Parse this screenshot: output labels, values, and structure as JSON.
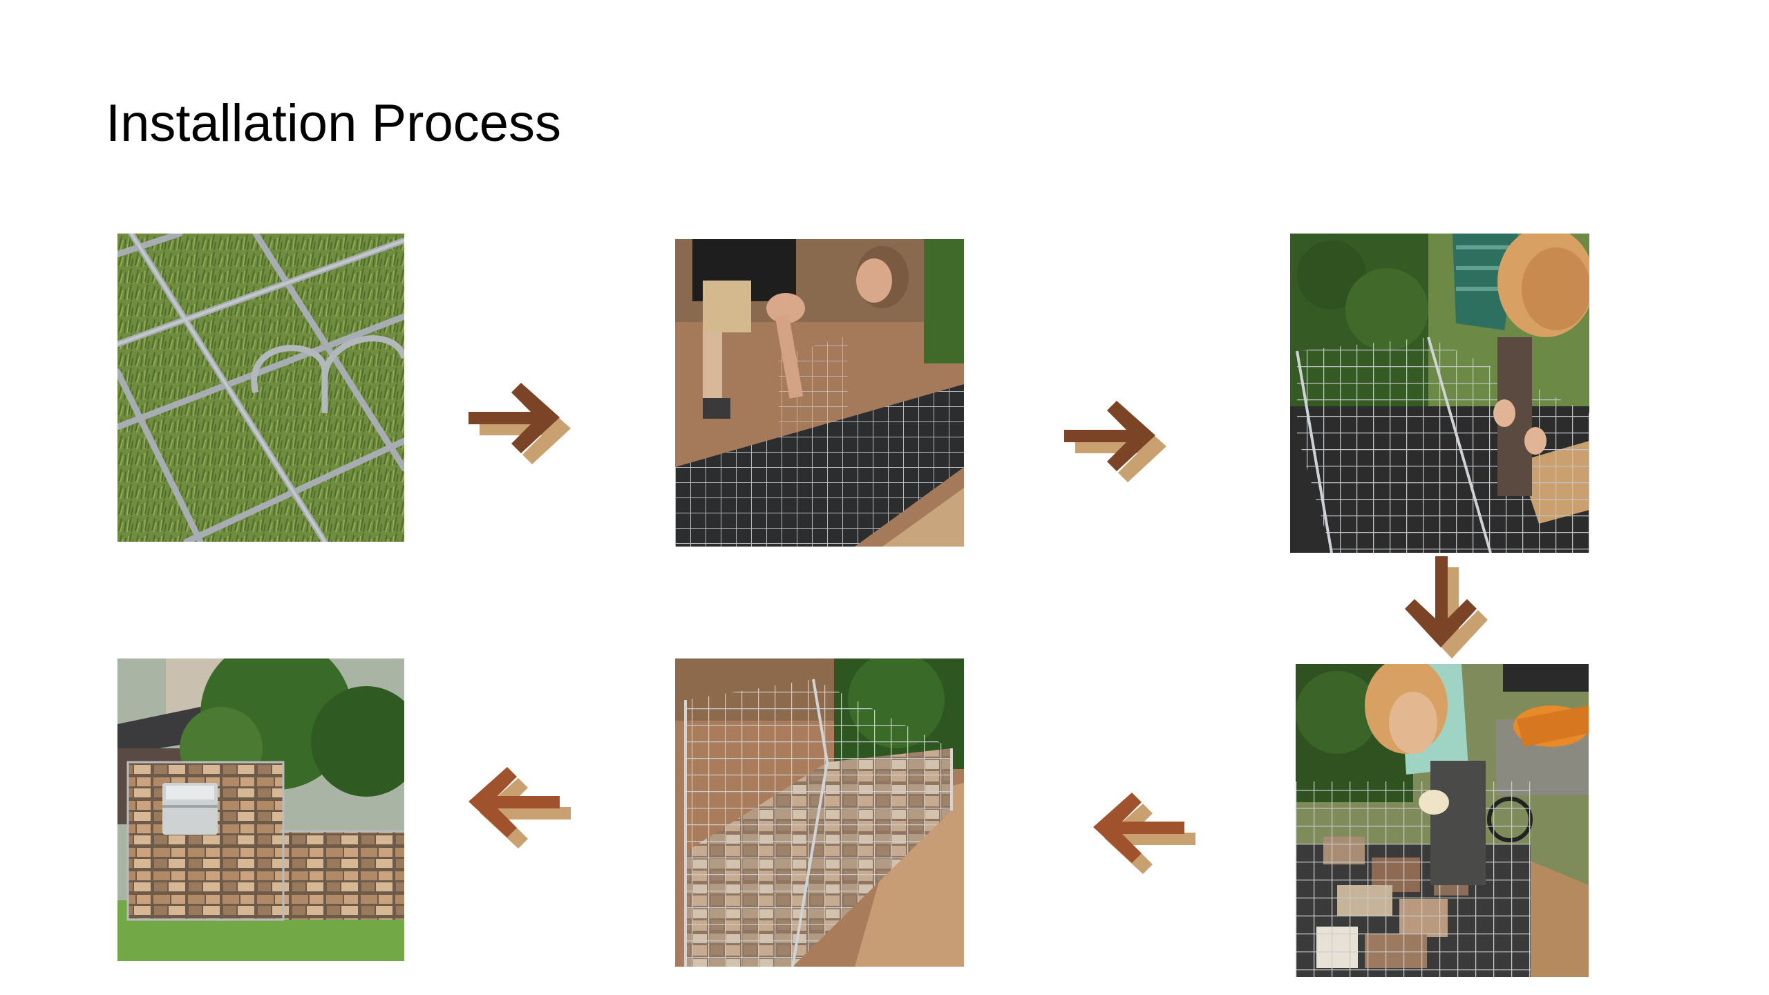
{
  "slide": {
    "title": "Installation Process"
  },
  "colors": {
    "arrow_dark": "#7b4426",
    "arrow_mid": "#a0522d",
    "arrow_light": "#c9a070",
    "grass": "#6d8a3e",
    "grass_dark": "#4a6b2a",
    "wire": "#9aa0a6",
    "soil": "#b07a55",
    "stone": "#a88d74",
    "foliage": "#3f6a2a"
  },
  "steps": [
    {
      "icon": "wire-mesh-on-grass-photo"
    },
    {
      "icon": "man-assembling-cage-photo"
    },
    {
      "icon": "woman-tying-cage-photo"
    },
    {
      "icon": "woman-filling-stones-photo"
    },
    {
      "icon": "filled-gabion-basket-photo"
    },
    {
      "icon": "finished-gabion-wall-mailbox-photo"
    }
  ],
  "arrows": [
    {
      "direction": "right"
    },
    {
      "direction": "right"
    },
    {
      "direction": "down"
    },
    {
      "direction": "left"
    },
    {
      "direction": "left"
    }
  ]
}
